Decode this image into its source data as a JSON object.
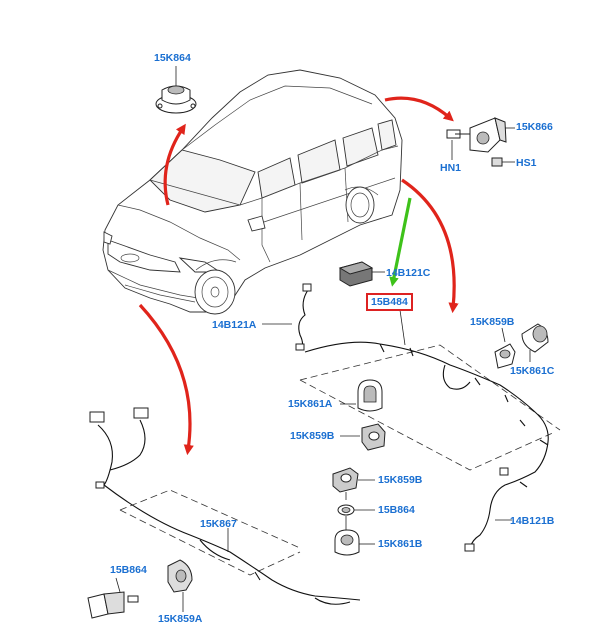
{
  "labels": {
    "top_sensor": "15K864",
    "hn1": "HN1",
    "bracket_top_right": "15K866",
    "hs1": "HS1",
    "module": "14B121C",
    "main_harness": "15B484",
    "left_harness": "14B121A",
    "right_side_sensor": "15K859B",
    "right_cap": "15K861C",
    "center_cap": "15K861A",
    "center_sensor": "15K859B",
    "stack_sensor": "15K859B",
    "stack_grommet": "15B864",
    "stack_cap": "15K861B",
    "right_harness": "14B121B",
    "front_harness": "15K867",
    "bottom_bracket": "15B864",
    "bottom_sensor": "15K859A"
  },
  "colors": {
    "label": "#1a6fd1",
    "arrow": "#e0241b",
    "pointer": "#3ec21a",
    "highlight_box": "#dd2222"
  }
}
